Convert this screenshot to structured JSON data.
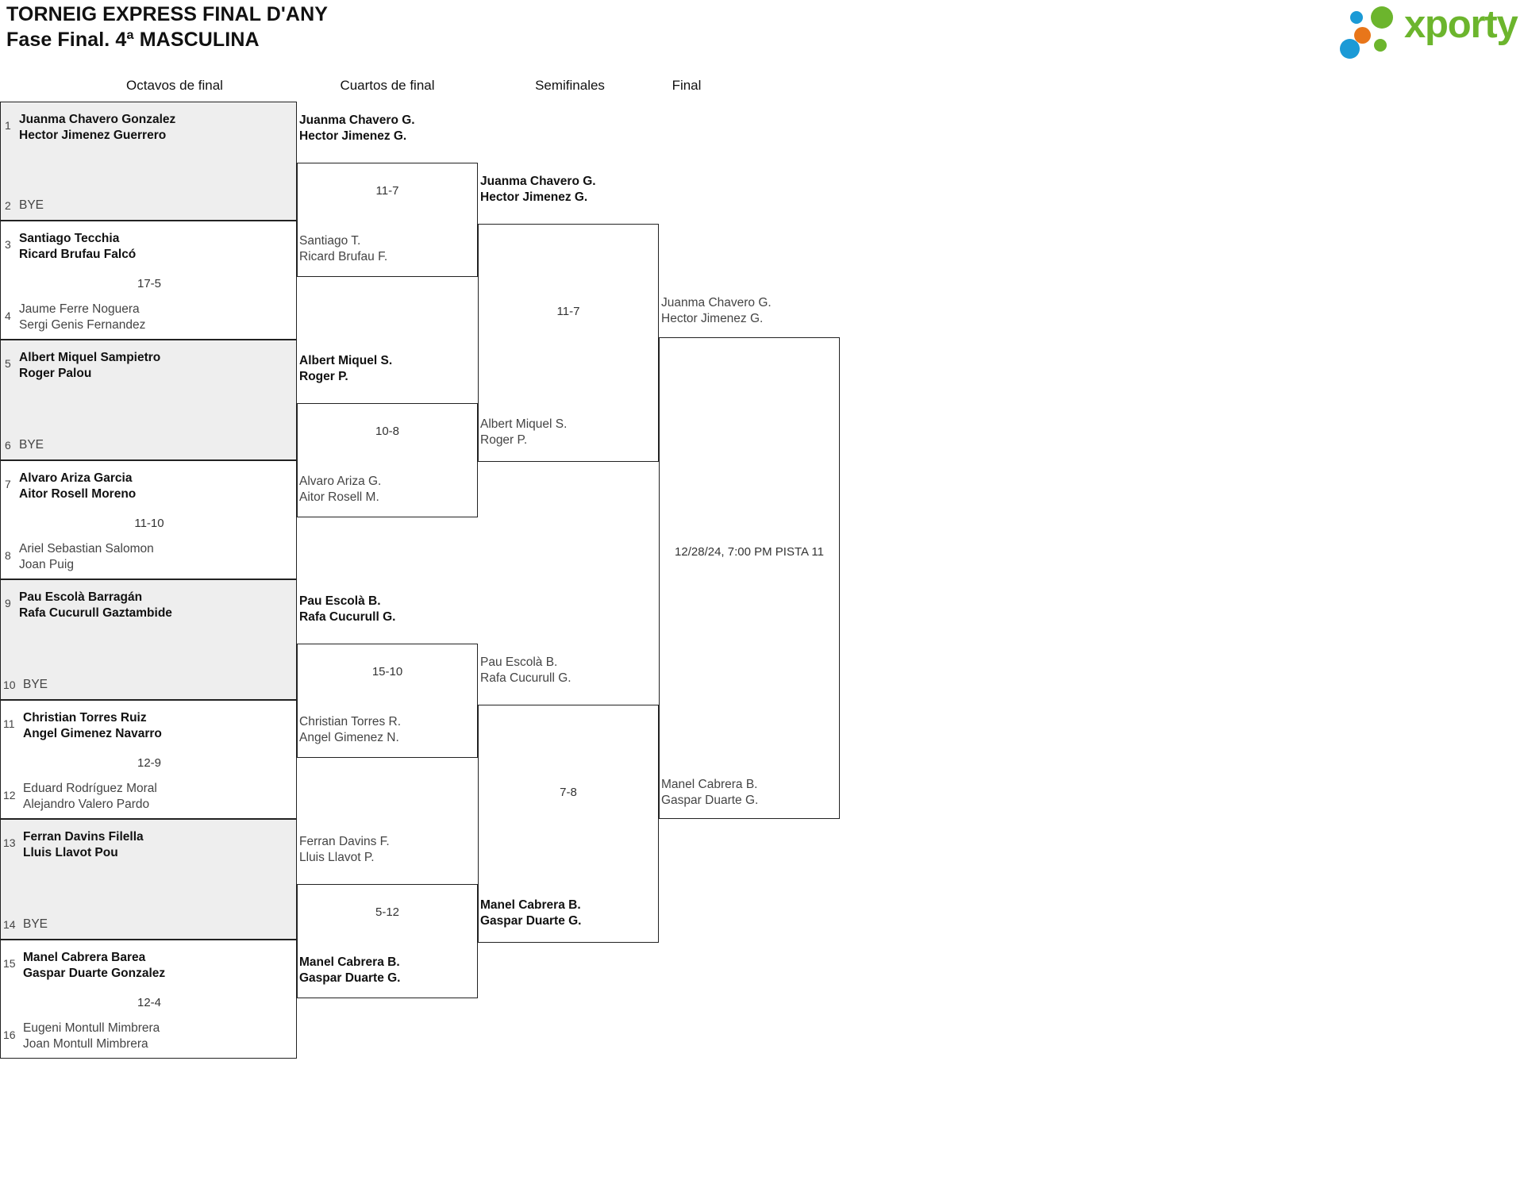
{
  "header": {
    "line1": "TORNEIG EXPRESS FINAL D'ANY",
    "line2": "Fase Final. 4ª MASCULINA"
  },
  "brand": {
    "wordmark": "xporty",
    "colors": {
      "green": "#6cb52d",
      "blue": "#1b9ad6",
      "orange": "#e8761a"
    }
  },
  "rounds": [
    {
      "key": "r16",
      "label": "Octavos de final"
    },
    {
      "key": "qf",
      "label": "Cuartos de final"
    },
    {
      "key": "sf",
      "label": "Semifinales"
    },
    {
      "key": "f",
      "label": "Final"
    }
  ],
  "round_of_16": {
    "matches": [
      {
        "top": {
          "seed": "1",
          "line1": "Juanma Chavero Gonzalez",
          "line2": "Hector Jimenez Guerrero",
          "winner": true
        },
        "bottom": {
          "seed": "2",
          "bye": "BYE",
          "winner": false
        },
        "score": ""
      },
      {
        "top": {
          "seed": "3",
          "line1": "Santiago Tecchia",
          "line2": "Ricard Brufau Falcó",
          "winner": true
        },
        "bottom": {
          "seed": "4",
          "line1": "Jaume Ferre Noguera",
          "line2": "Sergi Genis Fernandez",
          "winner": false
        },
        "score": "17-5"
      },
      {
        "top": {
          "seed": "5",
          "line1": "Albert Miquel Sampietro",
          "line2": "Roger Palou",
          "winner": true
        },
        "bottom": {
          "seed": "6",
          "bye": "BYE",
          "winner": false
        },
        "score": ""
      },
      {
        "top": {
          "seed": "7",
          "line1": "Alvaro Ariza Garcia",
          "line2": "Aitor Rosell Moreno",
          "winner": true
        },
        "bottom": {
          "seed": "8",
          "line1": "Ariel Sebastian Salomon",
          "line2": "Joan Puig",
          "winner": false
        },
        "score": "11-10"
      },
      {
        "top": {
          "seed": "9",
          "line1": "Pau Escolà Barragán",
          "line2": "Rafa Cucurull Gaztambide",
          "winner": true
        },
        "bottom": {
          "seed": "10",
          "bye": "BYE",
          "winner": false
        },
        "score": ""
      },
      {
        "top": {
          "seed": "11",
          "line1": "Christian Torres Ruiz",
          "line2": "Angel Gimenez Navarro",
          "winner": true
        },
        "bottom": {
          "seed": "12",
          "line1": "Eduard Rodríguez Moral",
          "line2": "Alejandro Valero Pardo",
          "winner": false
        },
        "score": "12-9"
      },
      {
        "top": {
          "seed": "13",
          "line1": "Ferran Davins Filella",
          "line2": "Lluis Llavot Pou",
          "winner": true
        },
        "bottom": {
          "seed": "14",
          "bye": "BYE",
          "winner": false
        },
        "score": ""
      },
      {
        "top": {
          "seed": "15",
          "line1": "Manel Cabrera Barea",
          "line2": "Gaspar Duarte Gonzalez",
          "winner": true
        },
        "bottom": {
          "seed": "16",
          "line1": "Eugeni Montull Mimbrera",
          "line2": "Joan Montull Mimbrera",
          "winner": false
        },
        "score": "12-4"
      }
    ]
  },
  "quarter_finals": {
    "matches": [
      {
        "top": {
          "line1": "Juanma Chavero G.",
          "line2": "Hector Jimenez G.",
          "winner": true
        },
        "bottom": {
          "line1": "Santiago T.",
          "line2": "Ricard Brufau F.",
          "winner": false
        },
        "score": "11-7"
      },
      {
        "top": {
          "line1": "Albert Miquel S.",
          "line2": "Roger P.",
          "winner": true
        },
        "bottom": {
          "line1": "Alvaro Ariza G.",
          "line2": "Aitor Rosell M.",
          "winner": false
        },
        "score": "10-8"
      },
      {
        "top": {
          "line1": "Pau Escolà B.",
          "line2": "Rafa Cucurull G.",
          "winner": true
        },
        "bottom": {
          "line1": "Christian Torres R.",
          "line2": "Angel Gimenez N.",
          "winner": false
        },
        "score": "15-10"
      },
      {
        "top": {
          "line1": "Ferran Davins F.",
          "line2": "Lluis Llavot P.",
          "winner": false
        },
        "bottom": {
          "line1": "Manel Cabrera B.",
          "line2": "Gaspar Duarte G.",
          "winner": true
        },
        "score": "5-12"
      }
    ]
  },
  "semi_finals": {
    "matches": [
      {
        "top": {
          "line1": "Juanma Chavero G.",
          "line2": "Hector Jimenez G.",
          "winner": true
        },
        "bottom": {
          "line1": "Albert Miquel S.",
          "line2": "Roger P.",
          "winner": false
        },
        "score": "11-7"
      },
      {
        "top": {
          "line1": "Pau Escolà B.",
          "line2": "Rafa Cucurull G.",
          "winner": false
        },
        "bottom": {
          "line1": "Manel Cabrera B.",
          "line2": "Gaspar Duarte G.",
          "winner": true
        },
        "score": "7-8"
      }
    ]
  },
  "final": {
    "matches": [
      {
        "top": {
          "line1": "Juanma Chavero G.",
          "line2": "Hector Jimenez G.",
          "winner": false
        },
        "bottom": {
          "line1": "Manel Cabrera B.",
          "line2": "Gaspar Duarte G.",
          "winner": false
        },
        "schedule": "12/28/24, 7:00 PM PISTA 11"
      }
    ]
  }
}
